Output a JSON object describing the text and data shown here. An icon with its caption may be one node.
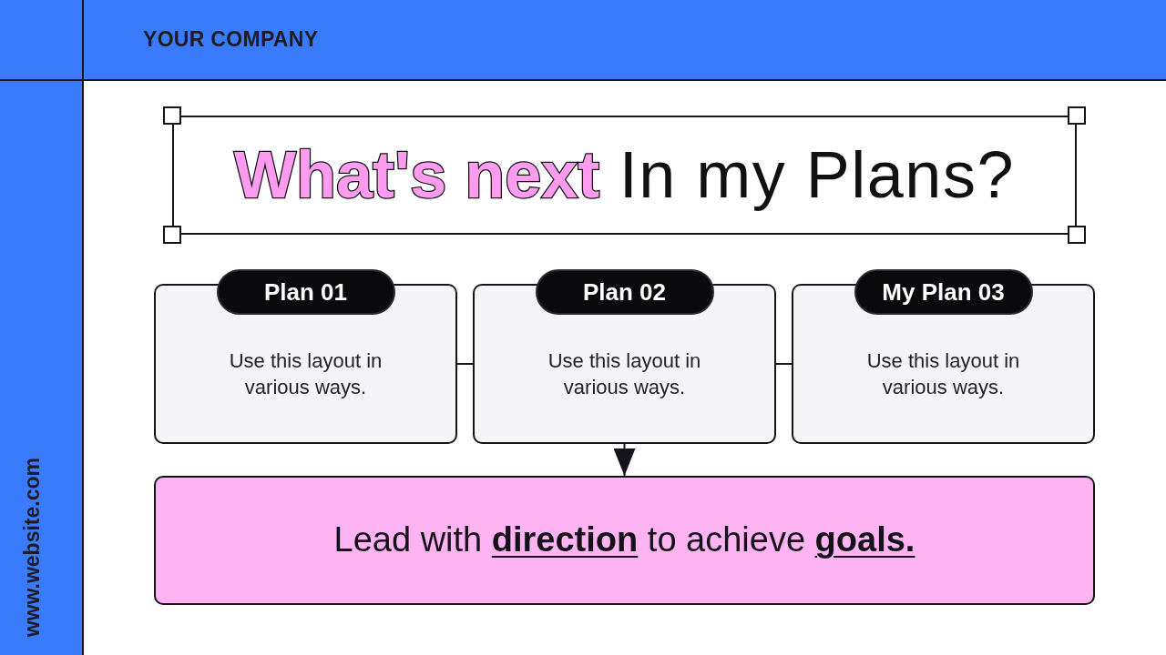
{
  "diagram": {
    "title": "**What's next** In my Plans?",
    "nodes": [
      {
        "text": [
          "Plan 01",
          "Use this layout in various ways."
        ]
      },
      {
        "text": [
          "Plan 02",
          "Use this layout in various ways."
        ]
      },
      {
        "text": [
          "My Plan 03",
          "Use this layout in various ways."
        ]
      },
      {
        "text": [
          "Lead with **direction** to achieve **goals.**"
        ]
      }
    ],
    "edges": [
      {
        "from": 0,
        "to": 1,
        "arrow": "none"
      },
      {
        "from": 1,
        "to": 2,
        "arrow": "none"
      },
      {
        "from": 1,
        "to": 3,
        "arrow": "to"
      }
    ],
    "labels": [
      "YOUR COMPANY",
      "www.website.com"
    ]
  }
}
